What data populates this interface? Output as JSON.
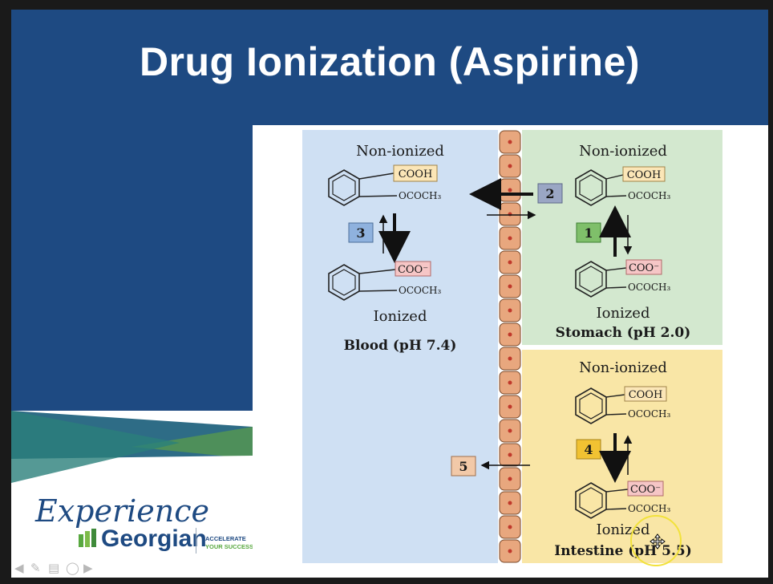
{
  "slide": {
    "title": "Drug Ionization (Aspirine)"
  },
  "branding": {
    "experience": "Experience",
    "georgian": "Georgian",
    "tagline_1": "ACCELERATE",
    "tagline_2": "YOUR SUCCESS"
  },
  "figure": {
    "blood": {
      "top_state": "Non-ionized",
      "top_group": "COOH",
      "top_sub": "OCOCH₃",
      "step": "3",
      "bottom_group": "COO⁻",
      "bottom_sub": "OCOCH₃",
      "bottom_state": "Ionized",
      "compartment": "Blood (pH 7.4)"
    },
    "stomach": {
      "top_state": "Non-ionized",
      "top_group": "COOH",
      "top_sub": "OCOCH₃",
      "step": "1",
      "bottom_group": "COO⁻",
      "bottom_sub": "OCOCH₃",
      "bottom_state": "Ionized",
      "compartment": "Stomach (pH 2.0)"
    },
    "intestine": {
      "top_state": "Non-ionized",
      "top_group": "COOH",
      "top_sub": "OCOCH₃",
      "step": "4",
      "bottom_group": "COO⁻",
      "bottom_sub": "OCOCH₃",
      "bottom_state": "Ionized",
      "compartment": "Intestine (pH 5.5)"
    },
    "transfer_steps": {
      "stomach_to_blood": "2",
      "intestine_to_blood": "5"
    }
  },
  "colors": {
    "title_bar": "#1e4a82",
    "blood_panel": "#cfe0f3",
    "stomach_panel": "#d3e8cf",
    "intestine_panel": "#f9e6a6",
    "cooh_box": "#fbe6b7",
    "coo_box": "#f6c6c6",
    "cell_fill": "#e8a77e"
  },
  "controls": {
    "icons": [
      "arrow-left-icon",
      "pen-icon",
      "slides-icon",
      "more-icon",
      "arrow-right-icon"
    ]
  }
}
